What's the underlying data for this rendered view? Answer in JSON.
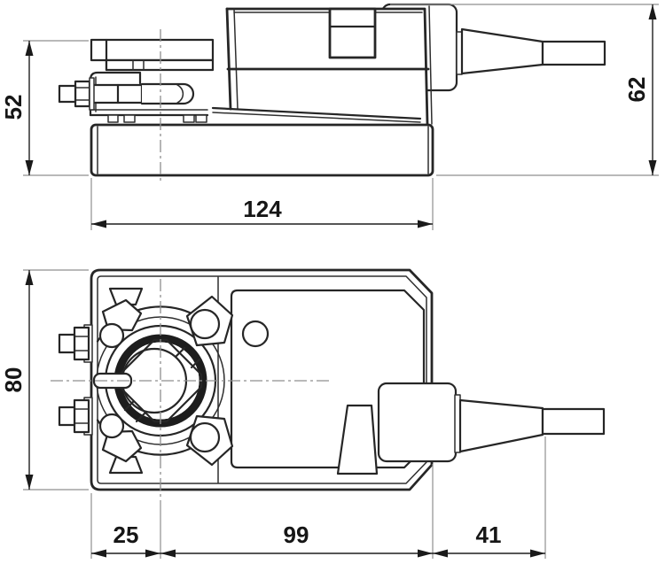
{
  "page": {
    "type": "technical dimension drawing",
    "subject": "rotary damper actuator with universal shaft clamp and connection cable, two orthographic views",
    "background": "#ffffff",
    "line_color": "#262626",
    "centerline_color": "#8f8f8f",
    "units": "mm"
  },
  "drawing": {
    "views": {
      "side": {
        "label": "side elevation view",
        "dims": {
          "clamp_height": "52",
          "overall_height": "62",
          "overall_length": "124"
        }
      },
      "top": {
        "label": "top plan view",
        "dims": {
          "overall_width": "80",
          "shaft_center_from_end": "25",
          "body_length": "99",
          "cable_gland_projection": "41"
        }
      }
    }
  }
}
